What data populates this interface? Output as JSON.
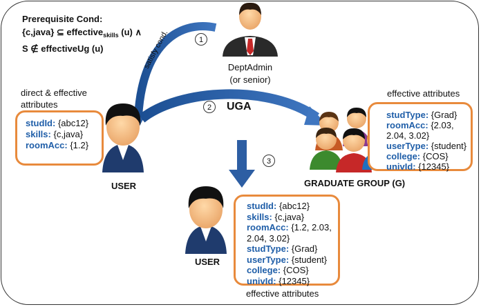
{
  "prerequisite": {
    "title": "Prerequisite Cond:",
    "line1_left": "{c,java} ⊆ effective",
    "line1_sub": "skills",
    "line1_right": " (u) ∧",
    "line2": "S ∉ effectiveUg (u)"
  },
  "steps": {
    "one": "1",
    "two": "2",
    "three": "3",
    "satisfy_label": "satisfy cond.",
    "uga_label": "UGA"
  },
  "dept_admin": {
    "name": "DeptAdmin",
    "role": "(or senior)"
  },
  "user_top": {
    "caption": "direct & effective attributes",
    "label": "USER",
    "attributes": [
      {
        "key": "studId",
        "value": "{abc12}"
      },
      {
        "key": "skills",
        "value": "{c,java}"
      },
      {
        "key": "roomAcc",
        "value": "{1.2}"
      }
    ]
  },
  "group": {
    "caption": "effective attributes",
    "label": "GRADUATE GROUP (G)",
    "attributes": [
      {
        "key": "studType",
        "value": "{Grad}"
      },
      {
        "key": "roomAcc",
        "value": "{2.03,",
        "cont": "2.04, 3.02}"
      },
      {
        "key": "userType",
        "value": "{student}"
      },
      {
        "key": "college",
        "value": "{COS}"
      },
      {
        "key": "univId",
        "value": "{12345}"
      }
    ]
  },
  "user_bottom": {
    "caption": "effective attributes",
    "label": "USER",
    "attributes": [
      {
        "key": "studId",
        "value": "{abc12}"
      },
      {
        "key": "skills",
        "value": "{c,java}"
      },
      {
        "key": "roomAcc",
        "value": "{1.2, 2.03,",
        "cont": "2.04, 3.02}"
      },
      {
        "key": "studType",
        "value": "{Grad}"
      },
      {
        "key": "userType",
        "value": "{student}"
      },
      {
        "key": "college",
        "value": "{COS}"
      },
      {
        "key": "univId",
        "value": "{12345}"
      }
    ]
  },
  "colors": {
    "key_text": "#1f5ea8",
    "box_border": "#e88a3c",
    "arrow": "#2d5ea3"
  }
}
